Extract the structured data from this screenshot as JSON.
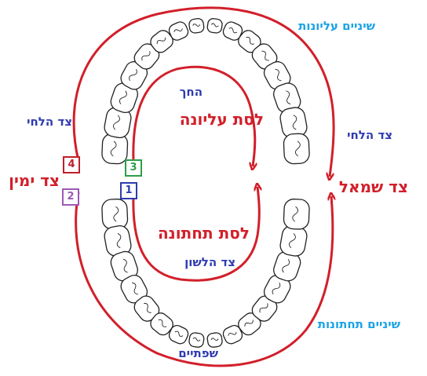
{
  "labels": {
    "upper_teeth": "שיניים עליונות",
    "lower_teeth": "שיניים תחתונות",
    "palate": "החך",
    "upper_jaw": "לסת עליונה",
    "lower_jaw": "לסת תחתונה",
    "tongue_side": "צד הלשון",
    "cheek_side_left": "צד הלחי",
    "cheek_side_right": "צד הלחי",
    "right_side": "צד ימין",
    "left_side": "צד שמאל",
    "lips": "שפתיים"
  },
  "quadrants": [
    {
      "number": "1",
      "color": "#2e3bb0"
    },
    {
      "number": "2",
      "color": "#9b59b6"
    },
    {
      "number": "3",
      "color": "#2e9e4a"
    },
    {
      "number": "4",
      "color": "#c0202a"
    }
  ],
  "colors": {
    "arrow": "#d21f2a",
    "accent_cyan": "#1aa3e6",
    "accent_blue": "#2e3bb0"
  }
}
